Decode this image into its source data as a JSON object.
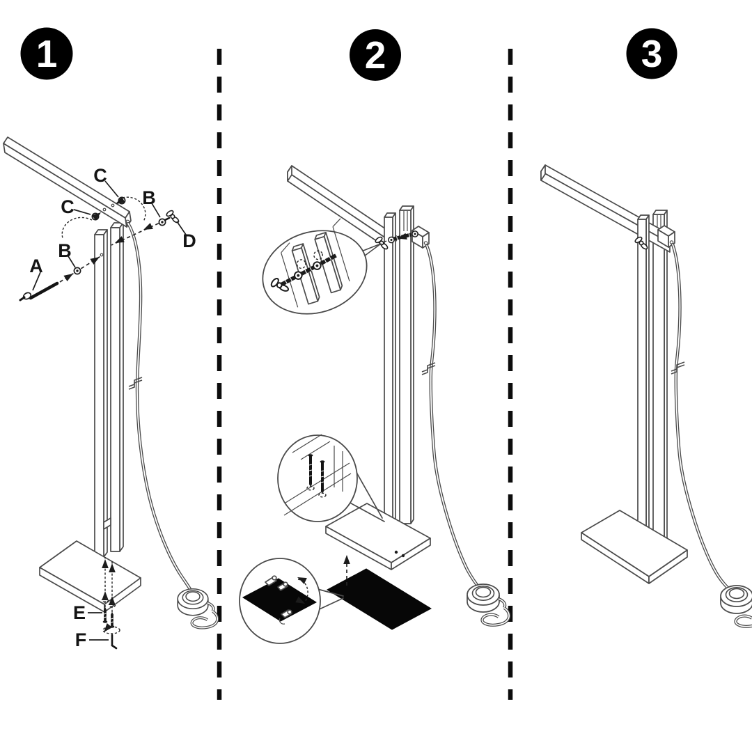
{
  "sheet": {
    "kind": "assembly-instructions",
    "background": "#ffffff",
    "divider_color": "#0c0c0c"
  },
  "steps": [
    {
      "number": "1",
      "part_labels": {
        "c_top": "C",
        "c_left": "C",
        "b_right": "B",
        "d": "D",
        "a": "A",
        "b_left": "B",
        "e": "E",
        "f": "F"
      }
    },
    {
      "number": "2",
      "part_labels": {}
    },
    {
      "number": "3",
      "part_labels": {}
    }
  ],
  "colors": {
    "outline": "#4a4a4a",
    "ink": "#1c1c1c",
    "badge_fill": "#000000",
    "badge_text": "#ffffff",
    "felt_pad": "#070707"
  }
}
